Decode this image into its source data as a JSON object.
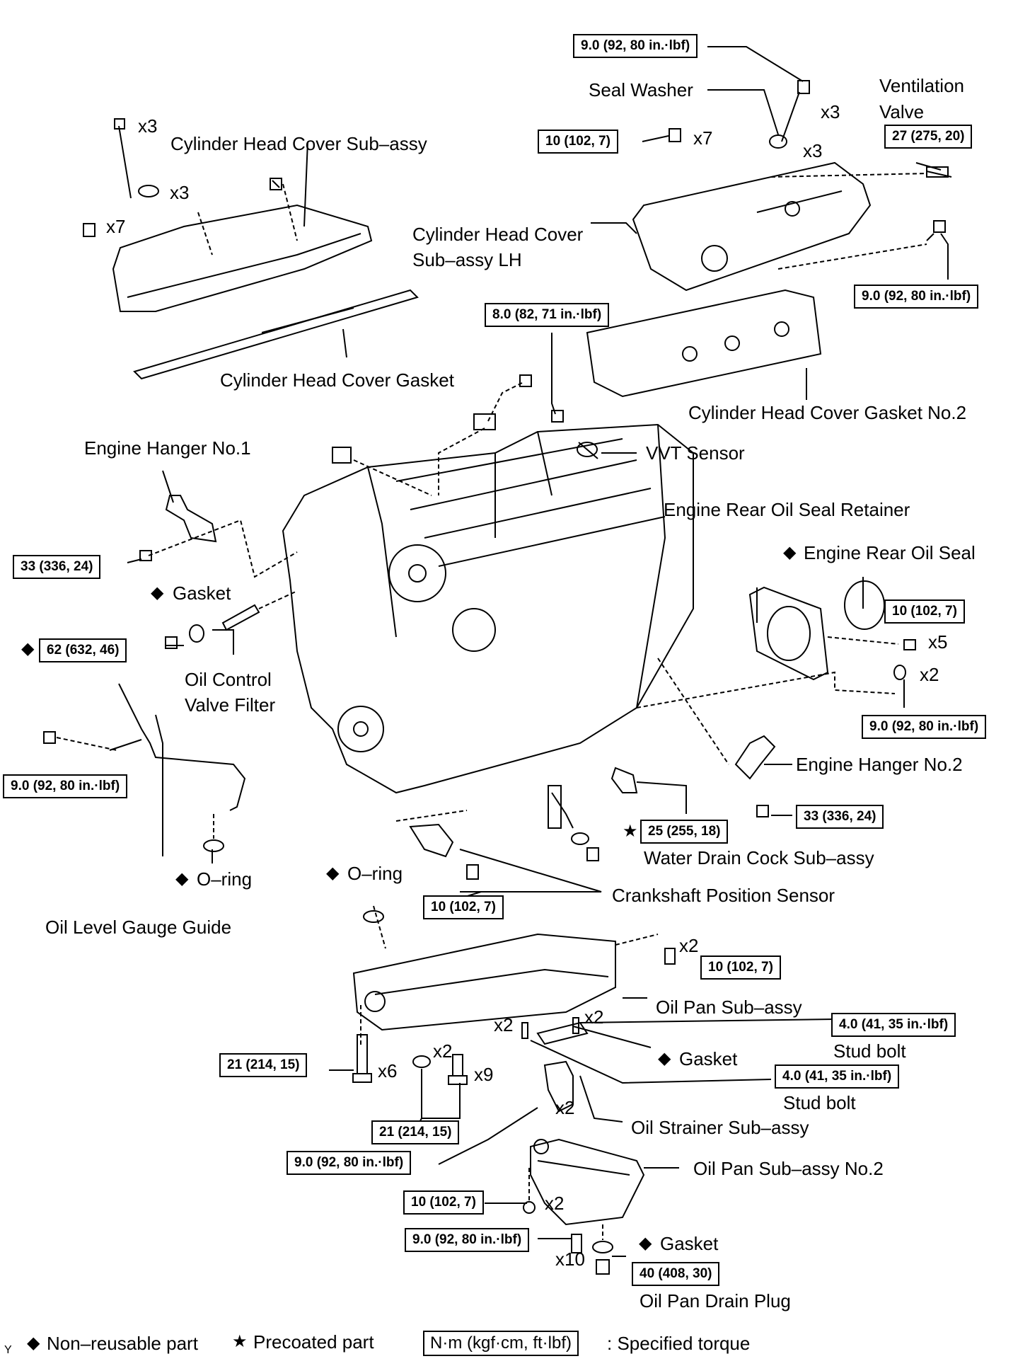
{
  "labels": {
    "seal_washer": "Seal Washer",
    "ventilation_valve_1": "Ventilation",
    "ventilation_valve_2": "Valve",
    "cyl_head_cover_rh": "Cylinder Head Cover Sub–assy",
    "cyl_head_cover_lh_1": "Cylinder Head Cover",
    "cyl_head_cover_lh_2": "Sub–assy LH",
    "cyl_head_cover_gasket": "Cylinder Head Cover Gasket",
    "cyl_head_cover_gasket_2": "Cylinder Head Cover Gasket No.2",
    "vvt_sensor": "VVT Sensor",
    "engine_hanger_1": "Engine Hanger No.1",
    "engine_rear_oil_seal_retainer": "Engine Rear Oil Seal Retainer",
    "engine_rear_oil_seal": "Engine Rear Oil Seal",
    "gasket_upper": "Gasket",
    "oil_control_valve_filter_1": "Oil Control",
    "oil_control_valve_filter_2": "Valve Filter",
    "engine_hanger_2": "Engine Hanger No.2",
    "water_drain_cock": "Water Drain Cock Sub–assy",
    "o_ring_left": "O–ring",
    "o_ring_center": "O–ring",
    "oil_level_gauge_guide": "Oil Level Gauge Guide",
    "crankshaft_position_sensor": "Crankshaft Position Sensor",
    "oil_pan_subassy": "Oil Pan Sub–assy",
    "gasket_mid": "Gasket",
    "stud_bolt_1": "Stud bolt",
    "stud_bolt_2": "Stud bolt",
    "oil_strainer": "Oil Strainer Sub–assy",
    "oil_pan_no2": "Oil Pan Sub–assy No.2",
    "gasket_low": "Gasket",
    "oil_pan_drain_plug": "Oil Pan Drain Plug"
  },
  "torques": {
    "t_top": "9.0 (92, 80 in.·lbf)",
    "t_cover_bolts": "10 (102, 7)",
    "t_vent_valve": "27 (275, 20)",
    "t_cover_nut": "9.0 (92, 80 in.·lbf)",
    "t_vvt": "8.0 (82, 71 in.·lbf)",
    "t_hanger1": "33 (336, 24)",
    "t_filter_plug": "62 (632, 46)",
    "t_retainer": "10 (102, 7)",
    "t_retainer_nut": "9.0 (92, 80 in.·lbf)",
    "t_gauge": "9.0 (92, 80 in.·lbf)",
    "t_hanger2": "33 (336, 24)",
    "t_drain_cock": "25 (255, 18)",
    "t_crank": "10 (102, 7)",
    "t_pan_right": "10 (102, 7)",
    "t_stud1": "4.0 (41, 35 in.·lbf)",
    "t_stud2": "4.0 (41, 35 in.·lbf)",
    "t_pan_bolt_a": "21 (214, 15)",
    "t_pan_bolt_b": "21 (214, 15)",
    "t_strainer_nut": "9.0 (92, 80 in.·lbf)",
    "t_pan2_nut": "10 (102, 7)",
    "t_pan2_bolts": "9.0 (92, 80 in.·lbf)",
    "t_drain_plug": "40 (408, 30)"
  },
  "counts": {
    "c_x3_a": "x3",
    "c_x7_a": "x7",
    "c_x3_b": "x3",
    "c_x3_c": "x3",
    "c_x3_d": "x3",
    "c_x7_b": "x7",
    "c_x5": "x5",
    "c_x2_a": "x2",
    "c_x2_b": "x2",
    "c_x2_c": "x2",
    "c_x2_d": "x2",
    "c_x2_e": "x2",
    "c_x6": "x6",
    "c_x9": "x9",
    "c_x2_f": "x2",
    "c_x2_g": "x2",
    "c_x10": "x10"
  },
  "symbols": {
    "non_reusable": "◆",
    "precoated": "★",
    "corner_mark": "Y"
  },
  "legend": {
    "non_reusable": "Non–reusable part",
    "precoated": "Precoated part",
    "torque_unit": "N·m (kgf·cm, ft·lbf)",
    "torque_desc": ": Specified torque"
  }
}
